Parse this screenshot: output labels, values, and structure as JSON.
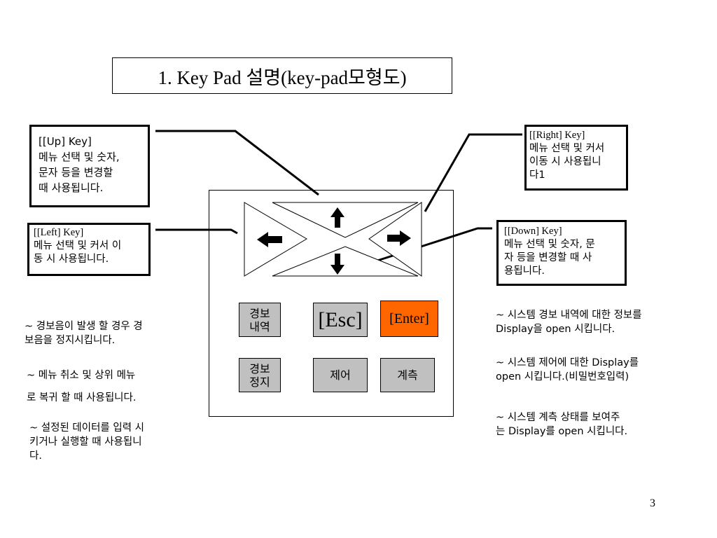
{
  "title": "1. Key Pad 설명(key-pad모형도)",
  "callouts": {
    "up": [
      "[[Up] Key]",
      "메뉴 선택 및 숫자,",
      "문자 등을 변경할",
      "때 사용됩니다."
    ],
    "left": [
      "[[Left] Key]",
      "메뉴 선택 및 커서 이",
      "동 시 사용됩니다."
    ],
    "right": [
      "[[Right] Key]",
      "메뉴 선택 및 커서",
      "이동 시 사용됩니",
      "다1"
    ],
    "down": [
      "[[Down] Key]",
      "메뉴 선택 및 숫자, 문",
      "자 등을 변경할 때 사",
      "용됩니다."
    ]
  },
  "keys": {
    "alarm_history": [
      "경보",
      "내역"
    ],
    "esc": "[Esc]",
    "enter": "[Enter]",
    "alarm_stop": [
      "경보",
      "정지"
    ],
    "control": "제어",
    "measure": "계측"
  },
  "descriptions": {
    "alarm_history": [
      "~ 경보음이 발생 할 경우 경",
      "보음을 정지시킵니다."
    ],
    "esc": [
      "~  메뉴 취소 및 상위 메뉴",
      "로 복귀 할 때 사용됩니다."
    ],
    "enter": [
      "~ 설정된 데이터를 입력 시",
      "키거나 실행할 때 사용됩니",
      "다."
    ],
    "right_1": [
      "~ 시스템 경보 내역에 대한 정보를",
      "Display을 open 시킵니다."
    ],
    "right_2": [
      "~ 시스템 제어에 대한 Display를",
      "open 시킵니다.(비밀번호입력)"
    ],
    "right_3": [
      "~ 시스템 계측 상태를 보여주",
      "는 Display를 open 시킵니다."
    ]
  },
  "page_number": "3",
  "colors": {
    "enter_key": "#ff6600",
    "keys": "#c0c0c0"
  }
}
